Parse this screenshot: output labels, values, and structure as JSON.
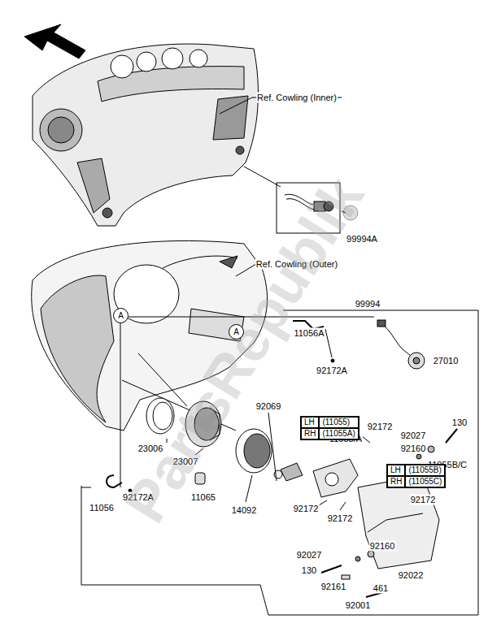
{
  "diagram": {
    "nodes": [
      {
        "text": [
          "A"
        ]
      },
      {
        "text": [
          "A"
        ]
      },
      {
        "text": [
          "LH",
          "(11055)",
          "RH",
          "(11055A)"
        ]
      },
      {
        "text": [
          "LH",
          "(11055B)",
          "RH",
          "(11055C)"
        ]
      }
    ],
    "labels": [
      "Ref. Cowling (Inner)",
      "99994A",
      "Ref. Cowling (Outer)",
      "99994",
      "11056A",
      "92172A",
      "27010",
      "23006",
      "23007",
      "11065",
      "14092",
      "92069",
      "11055/A",
      "92172",
      "92027",
      "130",
      "92160",
      "11055B/C",
      "92172",
      "92172",
      "92172",
      "92160",
      "92027",
      "130",
      "92161",
      "92022",
      "461",
      "92001",
      "11056",
      "92172A",
      "PartsRepublik"
    ]
  }
}
